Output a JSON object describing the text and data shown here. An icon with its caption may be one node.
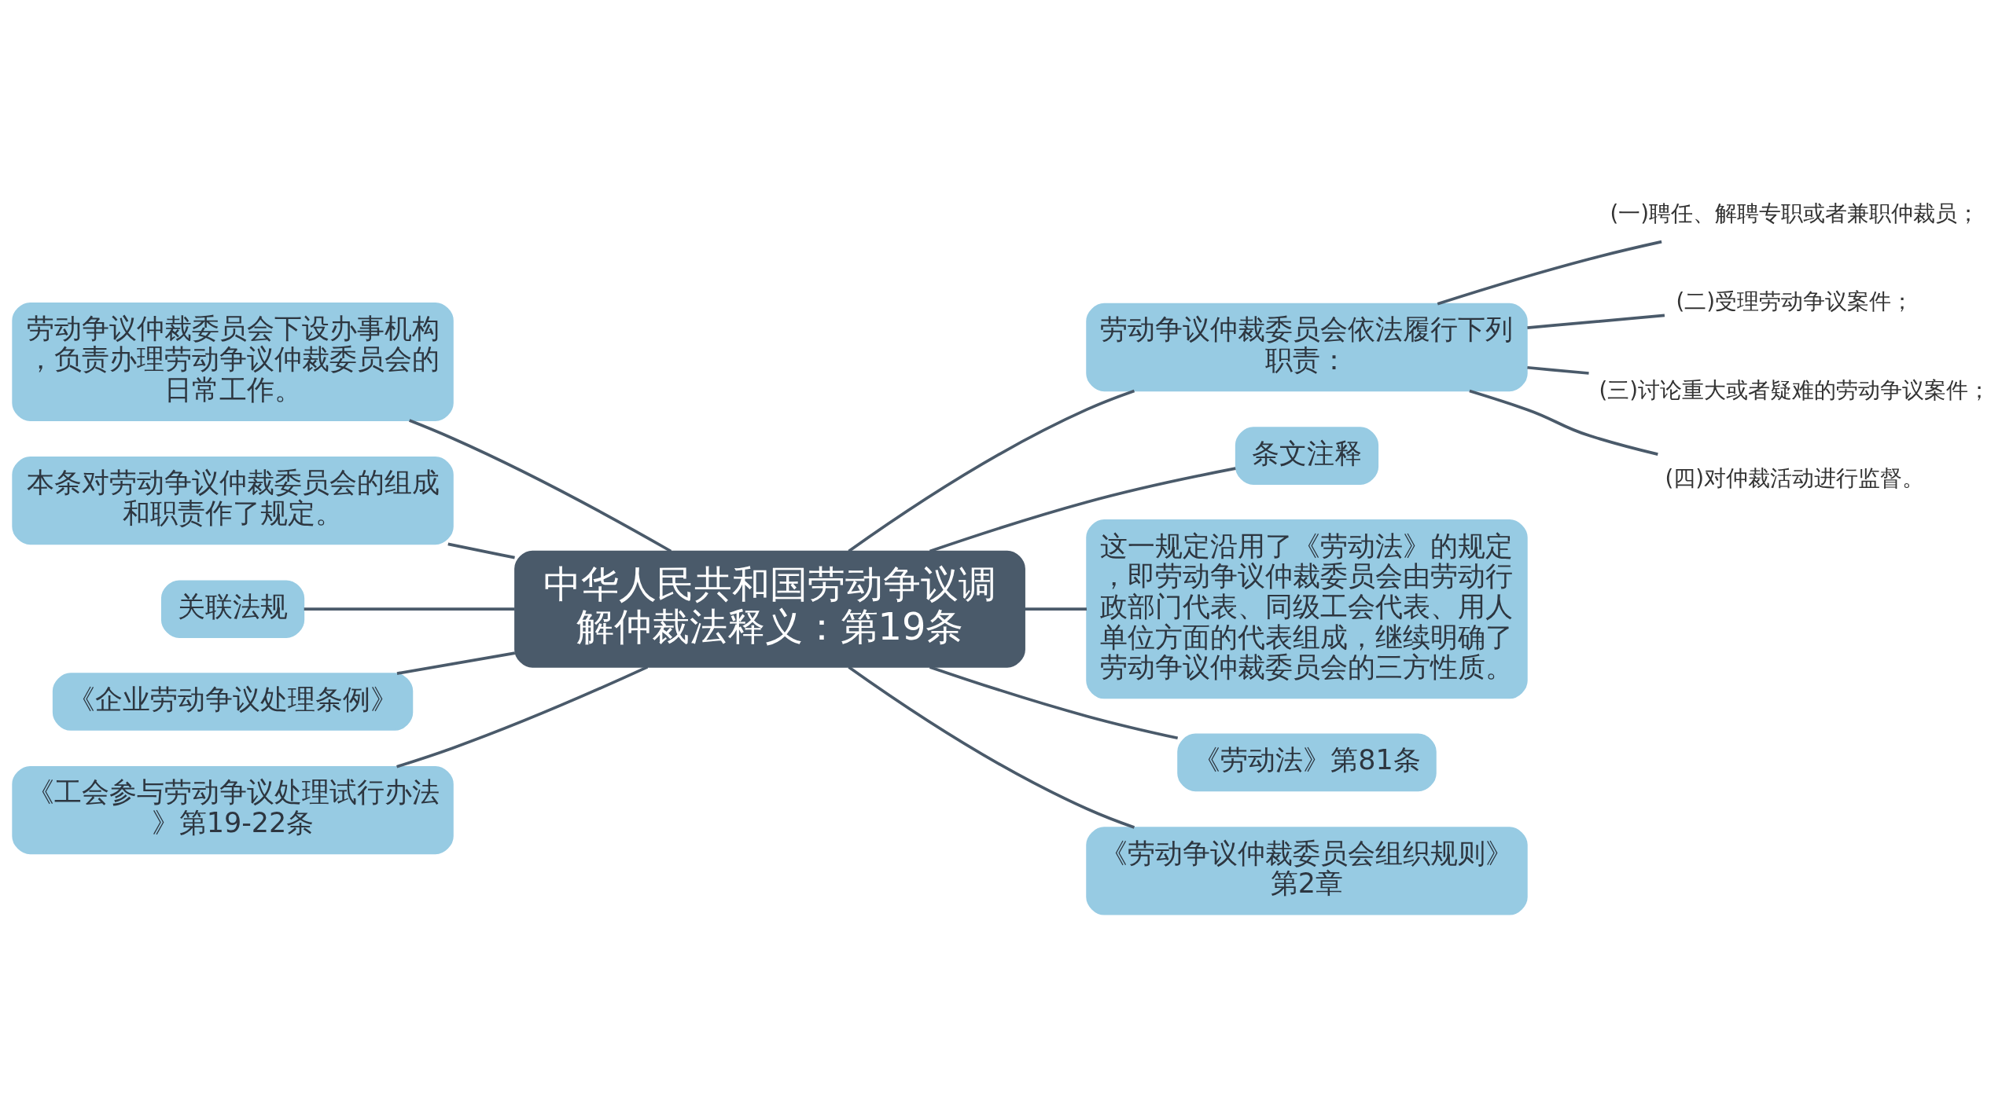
{
  "diagram": {
    "nodes": [
      {
        "text": [
          "中华人民共和国劳动争议调解仲裁法释义：第19条"
        ]
      },
      {
        "text": [
          "劳动争议仲裁委员会下设办事机构，负责办理劳动争议仲裁委员会的日常工作。"
        ]
      },
      {
        "text": [
          "本条对劳动争议仲裁委员会的组成和职责作了规定。"
        ]
      },
      {
        "text": [
          "关联法规"
        ]
      },
      {
        "text": [
          "《企业劳动争议处理条例》"
        ]
      },
      {
        "text": [
          "《工会参与劳动争议处理试行办法》第19-22条"
        ]
      },
      {
        "text": [
          "劳动争议仲裁委员会依法履行下列职责："
        ]
      },
      {
        "text": [
          "(一)聘任、解聘专职或者兼职仲裁员；"
        ]
      },
      {
        "text": [
          "(二)受理劳动争议案件；"
        ]
      },
      {
        "text": [
          "(三)讨论重大或者疑难的劳动争议案件；"
        ]
      },
      {
        "text": [
          "(四)对仲裁活动进行监督。"
        ]
      },
      {
        "text": [
          "条文注释"
        ]
      },
      {
        "text": [
          "这一规定沿用了《劳动法》的规定，即劳动争议仲裁委员会由劳动行政部门代表、同级工会代表、用人单位方面的代表组成，继续明确了劳动争议仲裁委员会的三方性质。"
        ]
      },
      {
        "text": [
          "《劳动法》第81条"
        ]
      },
      {
        "text": [
          "《劳动争议仲裁委员会组织规则》第2章"
        ]
      }
    ],
    "edges": [
      {
        "from": 0,
        "to": 1,
        "arrow": "none"
      },
      {
        "from": 0,
        "to": 2,
        "arrow": "none"
      },
      {
        "from": 0,
        "to": 3,
        "arrow": "none"
      },
      {
        "from": 0,
        "to": 4,
        "arrow": "none"
      },
      {
        "from": 0,
        "to": 5,
        "arrow": "none"
      },
      {
        "from": 0,
        "to": 6,
        "arrow": "none"
      },
      {
        "from": 6,
        "to": 7,
        "arrow": "none"
      },
      {
        "from": 6,
        "to": 8,
        "arrow": "none"
      },
      {
        "from": 6,
        "to": 9,
        "arrow": "none"
      },
      {
        "from": 6,
        "to": 10,
        "arrow": "none"
      },
      {
        "from": 0,
        "to": 11,
        "arrow": "none"
      },
      {
        "from": 0,
        "to": 12,
        "arrow": "none"
      },
      {
        "from": 0,
        "to": 13,
        "arrow": "none"
      },
      {
        "from": 0,
        "to": 14,
        "arrow": "none"
      }
    ]
  }
}
